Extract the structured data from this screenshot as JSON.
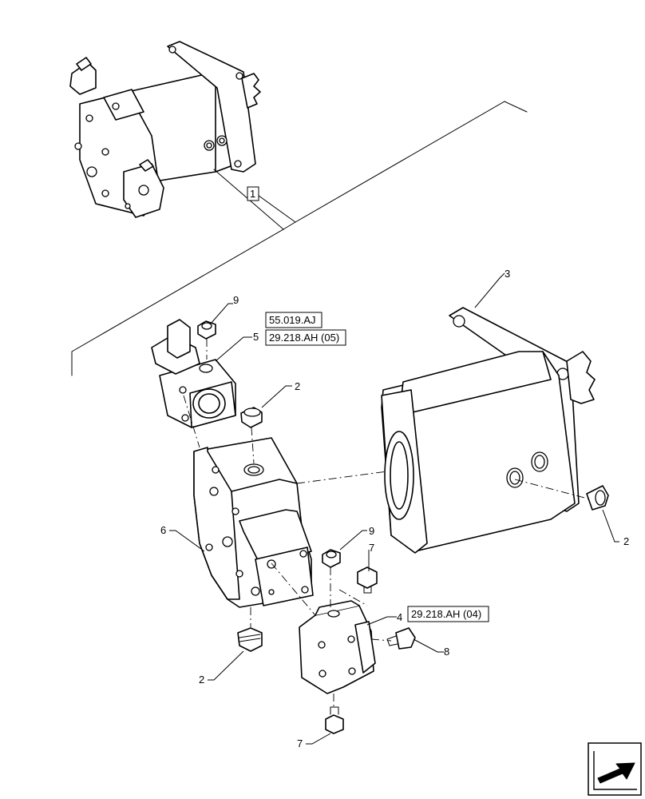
{
  "callouts": {
    "c1": "1",
    "c2a": "2",
    "c2b": "2",
    "c2c": "2",
    "c3": "3",
    "c4": "4",
    "c5": "5",
    "c6": "6",
    "c7a": "7",
    "c7b": "7",
    "c8": "8",
    "c9a": "9",
    "c9b": "9"
  },
  "references": {
    "ref_55019": "55.019.AJ",
    "ref_29218_05": "29.218.AH (05)",
    "ref_29218_04": "29.218.AH (04)"
  },
  "icons": {
    "nav": "next-page-arrow-icon"
  }
}
